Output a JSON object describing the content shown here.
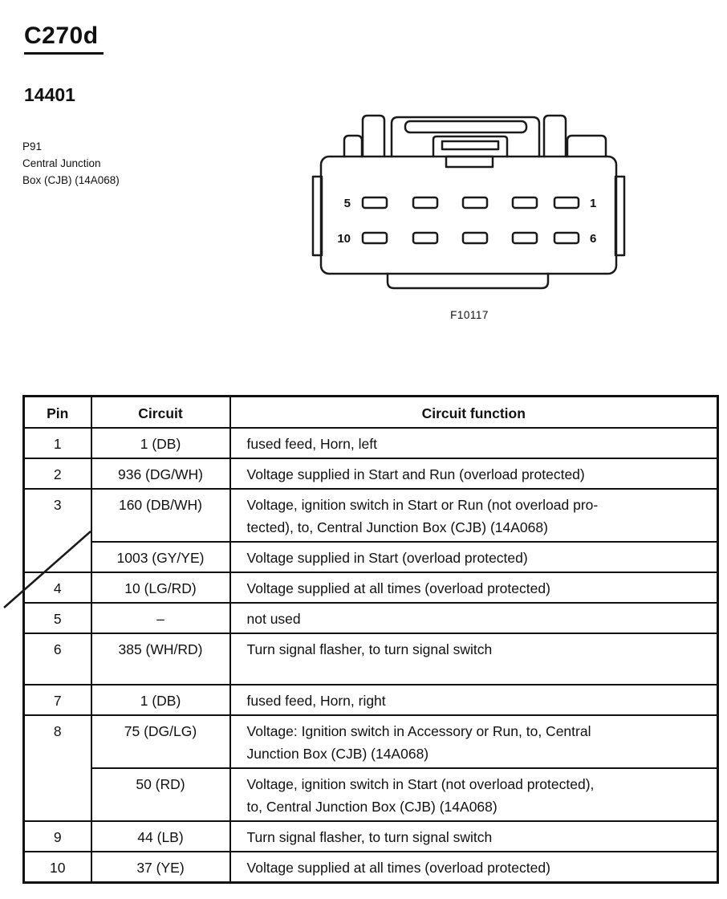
{
  "page": {
    "title": "C270d",
    "part_number": "14401",
    "component": {
      "line1": "P91",
      "line2": "Central Junction",
      "line3": "Box (CJB) (14A068)"
    },
    "figure_caption": "F10117"
  },
  "connector": {
    "pin_labels": {
      "top_left": "5",
      "top_right": "1",
      "bottom_left": "10",
      "bottom_right": "6"
    }
  },
  "table": {
    "headers": [
      "Pin",
      "Circuit",
      "Circuit function"
    ],
    "rows": [
      {
        "pin": "1",
        "entries": [
          {
            "circuit": "1 (DB)",
            "function": "fused feed, Horn, left"
          }
        ]
      },
      {
        "pin": "2",
        "entries": [
          {
            "circuit": "936 (DG/WH)",
            "function": "Voltage supplied in Start and Run (overload protected)"
          }
        ]
      },
      {
        "pin": "3",
        "entries": [
          {
            "circuit": "160 (DB/WH)",
            "function": "Voltage, ignition switch in Start or Run (not overload pro-\ntected), to, Central Junction Box (CJB) (14A068)"
          },
          {
            "circuit": "1003 (GY/YE)",
            "function": "Voltage supplied in Start (overload protected)"
          }
        ]
      },
      {
        "pin": "4",
        "entries": [
          {
            "circuit": "10 (LG/RD)",
            "function": "Voltage supplied at all times (overload protected)"
          }
        ]
      },
      {
        "pin": "5",
        "entries": [
          {
            "circuit": "–",
            "function": "not used"
          }
        ]
      },
      {
        "pin": "6",
        "entries": [
          {
            "circuit": "385 (WH/RD)",
            "function": "Turn signal flasher, to turn signal switch"
          }
        ]
      },
      {
        "pin": "7",
        "entries": [
          {
            "circuit": "1 (DB)",
            "function": "fused feed, Horn, right"
          }
        ]
      },
      {
        "pin": "8",
        "entries": [
          {
            "circuit": "75 (DG/LG)",
            "function": "Voltage: Ignition switch in Accessory or Run, to, Central\nJunction Box (CJB) (14A068)"
          },
          {
            "circuit": "50 (RD)",
            "function": "Voltage, ignition switch in Start (not overload protected),\nto, Central Junction Box (CJB) (14A068)"
          }
        ]
      },
      {
        "pin": "9",
        "entries": [
          {
            "circuit": "44 (LB)",
            "function": "Turn signal flasher, to turn signal switch"
          }
        ]
      },
      {
        "pin": "10",
        "entries": [
          {
            "circuit": "37 (YE)",
            "function": "Voltage supplied at all times (overload protected)"
          }
        ]
      }
    ]
  }
}
